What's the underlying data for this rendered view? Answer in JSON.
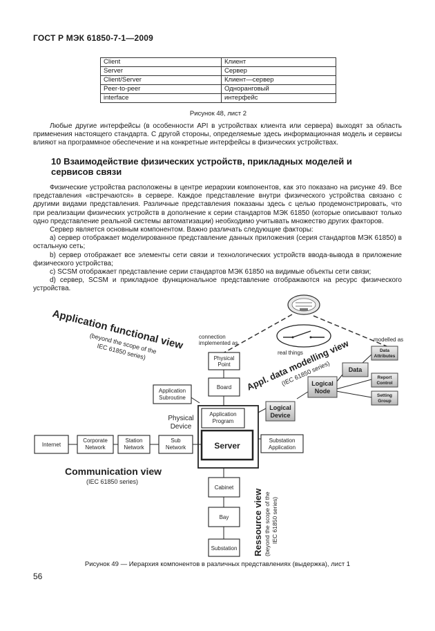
{
  "header": "ГОСТ Р МЭК 61850-7-1—2009",
  "terms_table": [
    [
      "Client",
      "Клиент"
    ],
    [
      "Server",
      "Сервер"
    ],
    [
      "Client/Server",
      "Клиент—сервер"
    ],
    [
      "Peer-to-peer",
      "Одноранговый"
    ],
    [
      "interface",
      "интерфейс"
    ]
  ],
  "figure48_caption": "Рисунок 48, лист 2",
  "intro_paragraph": "Любые другие интерфейсы (в особенности API в устройствах клиента или сервера) выходят за область применения настоящего стандарта. С другой стороны, определяемые здесь информационная модель и сервисы влияют на программное обеспечение и на конкретные интерфейсы в физических устройствах.",
  "section_title": "10 Взаимодействие физических устройств, прикладных моделей и сервисов связи",
  "body": {
    "p1": "Физические устройства расположены в центре иерархии компонентов, как это показано на рисунке 49. Все представления «встречаются» в сервере. Каждое представление внутри физического устройства связано с другими видами представления. Различные представления показаны здесь с целью продемонстрировать, что при реализации физических устройств в дополнение к серии стандартов МЭК 61850 (которые описывают только одно представление реальной системы автоматизации) необходимо учитывать множество других факторов.",
    "p2": "Сервер является основным компонентом. Важно различать следующие факторы:",
    "a": "а) сервер отображает моделированное представление данных приложения (серия стандартов МЭК 61850) в остальную сеть;",
    "b": "b) сервер отображает все элементы сети связи и технологических устройств ввода-вывода в приложение физического устройства;",
    "c": "c) SCSM отображает представление серии стандартов МЭК 61850 на видимые объекты сети связи;",
    "d": "d) сервер, SCSM и прикладное функциональное представление отображаются на ресурс физического устройства."
  },
  "diagram": {
    "app_view_title": "Application functional view",
    "app_view_sub1": "(beyond the scope of the",
    "app_view_sub2": "IEC 61850 series)",
    "connection1": "connection",
    "connection2": "implemented as",
    "real_things": "real things",
    "modelled_as": "modelled as",
    "data_model_title": "Appl. data modelling view",
    "data_model_sub": "(IEC 61850 series)",
    "physical_point1": "Physical",
    "physical_point2": "Point",
    "board": "Board",
    "app_subroutine1": "Application",
    "app_subroutine2": "Subroutine",
    "physical_device1": "Physical",
    "physical_device2": "Device",
    "app_program1": "Application",
    "app_program2": "Program",
    "server": "Server",
    "substation_app1": "Substation",
    "substation_app2": "Application",
    "logical_device1": "Logical",
    "logical_device2": "Device",
    "logical_node1": "Logical",
    "logical_node2": "Node",
    "data": "Data",
    "data_attributes1": "Data",
    "data_attributes2": "Attributes",
    "report_control1": "Report",
    "report_control2": "Control",
    "setting_group1": "Setting",
    "setting_group2": "Group",
    "internet": "Internet",
    "corporate1": "Corporate",
    "corporate2": "Network",
    "station1": "Station",
    "station2": "Network",
    "sub1": "Sub",
    "sub2": "Network",
    "comm_view_title": "Communication view",
    "comm_view_sub": "(IEC 61850 series)",
    "cabinet": "Cabinet",
    "bay": "Bay",
    "substation": "Substation",
    "resource_title": "Ressource view",
    "resource_sub1": "(beyond the scope of the",
    "resource_sub2": "IEC 61850 series)"
  },
  "figure49_caption": "Рисунок 49 — Иерархия компонентов в различных представлениях (выдержка), лист 1",
  "page_number": "56"
}
